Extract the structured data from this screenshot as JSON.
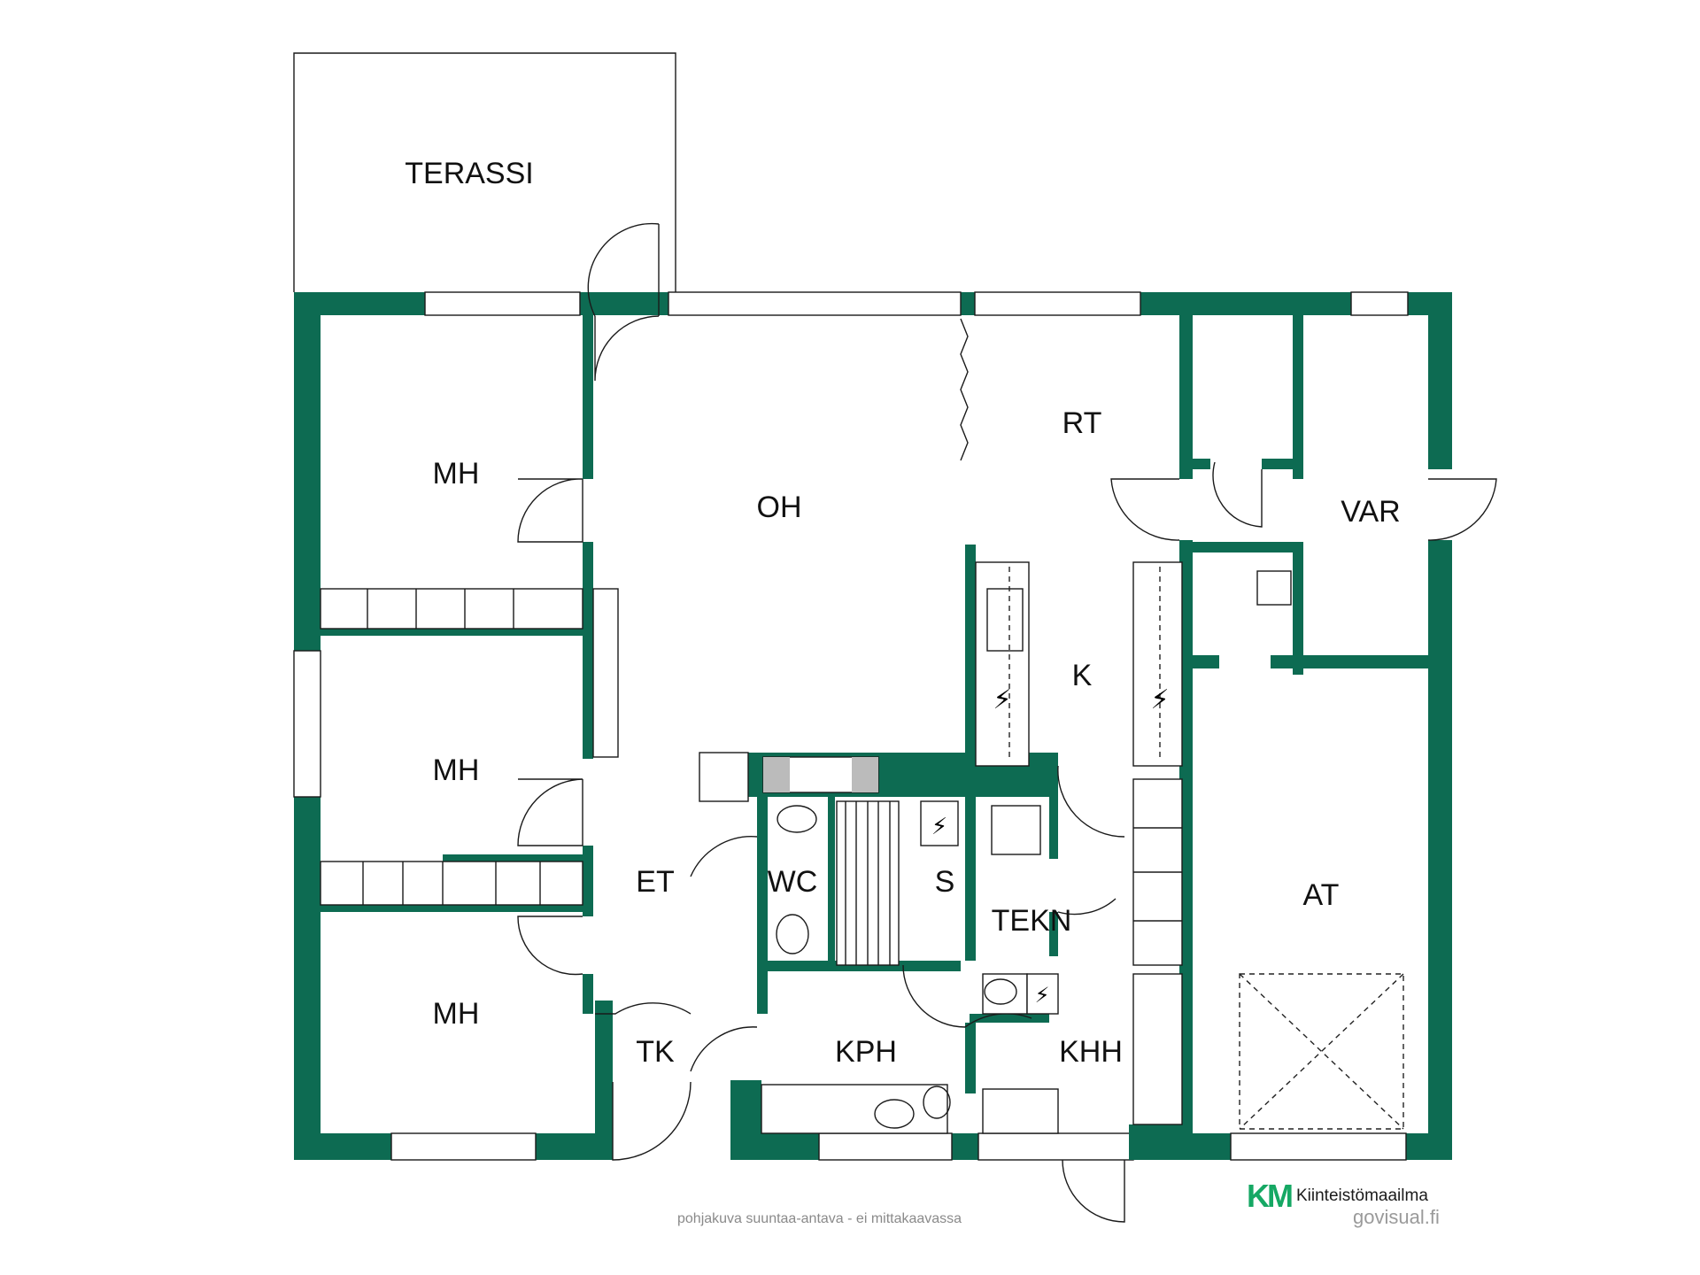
{
  "rooms": {
    "terassi": "TERASSI",
    "mh1": "MH",
    "mh2": "MH",
    "mh3": "MH",
    "oh": "OH",
    "rt": "RT",
    "var": "VAR",
    "k": "K",
    "et": "ET",
    "wc": "WC",
    "s": "S",
    "tekn": "TEKN",
    "at": "AT",
    "tk": "TK",
    "kph": "KPH",
    "khh": "KHH"
  },
  "footer": {
    "note": "pohjakuva suuntaa-antava - ei mittakaavassa",
    "credit": "govisual.fi",
    "logo_mark": "KM",
    "logo_text": "Kiinteistömaailma"
  },
  "colors": {
    "wall": "#0d6b52",
    "logo": "#16a864"
  }
}
